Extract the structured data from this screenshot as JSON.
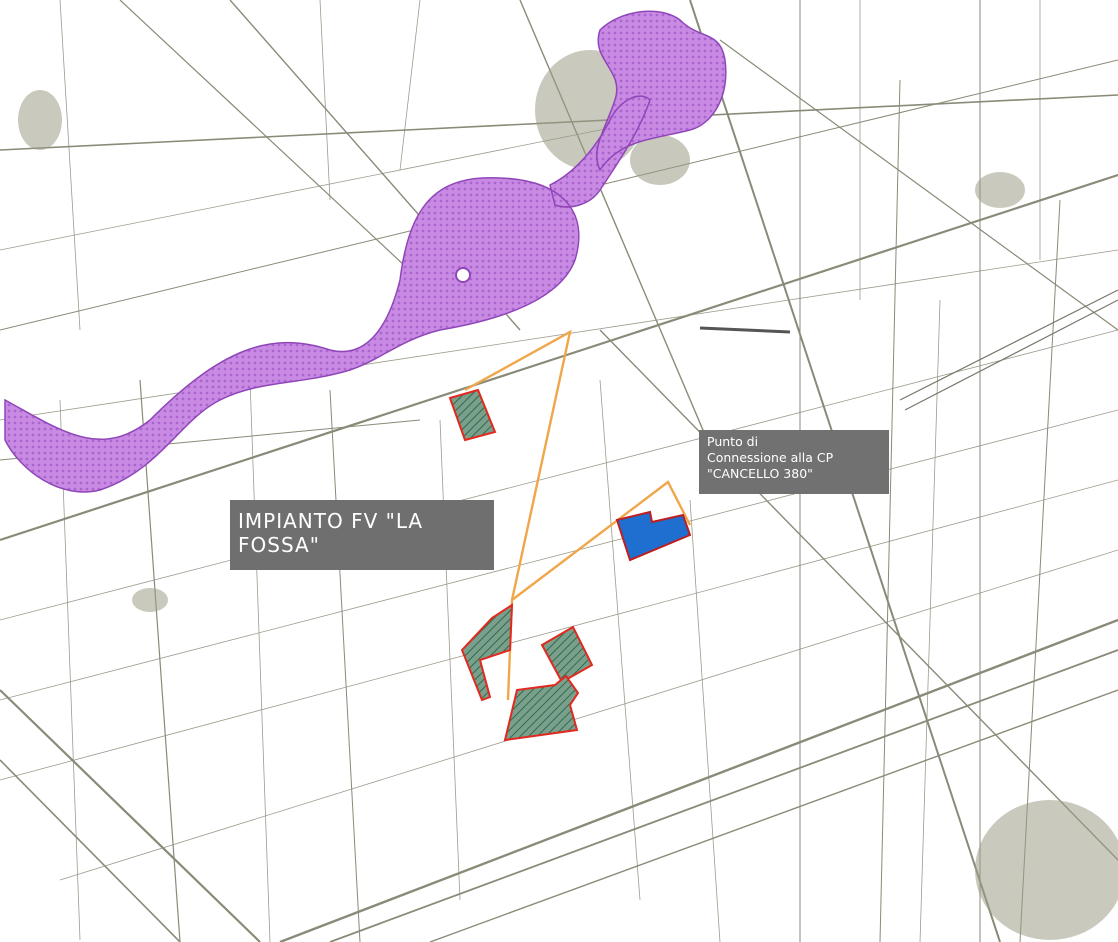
{
  "labels": {
    "plant": [
      "IMPIANTO FV \"LA",
      "FOSSA\""
    ],
    "connection": [
      "Punto di",
      "Connessione alla CP",
      "\"CANCELLO 380\""
    ]
  },
  "colors": {
    "background": "#ffffff",
    "roads": "#8a8a78",
    "flood_zone": "#c77fe0",
    "flood_zone_stroke": "#8f46b8",
    "cable_route": "#f0a64a",
    "pv_fill": "#6f9d86",
    "pv_outline": "#e02a20",
    "substation_fill": "#1f6fd0",
    "substation_outline": "#c01e1e",
    "label_bg": "#6f6f6f",
    "label_text": "#ffffff"
  }
}
